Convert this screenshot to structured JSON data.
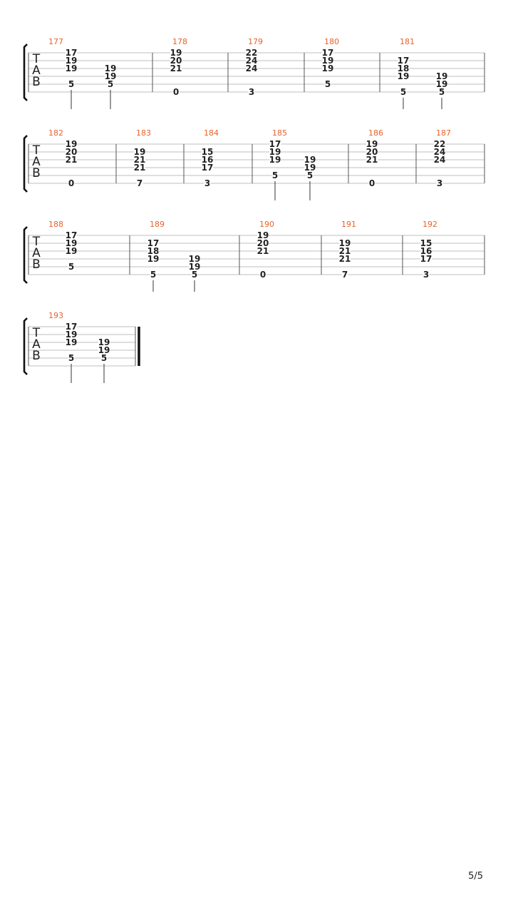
{
  "clef_letters": [
    "T",
    "A",
    "B"
  ],
  "page_number": "5/5",
  "colors": {
    "measure_number": "#e8622a",
    "note": "#222222",
    "staff_line": "#bfbfbf",
    "barline": "#555555"
  },
  "systems": [
    {
      "measures": [
        {
          "number": "177",
          "events": [
            {
              "notes": [
                {
                  "s": 1,
                  "f": "17"
                },
                {
                  "s": 2,
                  "f": "19"
                },
                {
                  "s": 3,
                  "f": "19"
                },
                {
                  "s": 5,
                  "f": "5"
                }
              ],
              "stem": true
            },
            {
              "notes": [
                {
                  "s": 3,
                  "f": "19"
                },
                {
                  "s": 4,
                  "f": "19"
                },
                {
                  "s": 5,
                  "f": "5"
                }
              ],
              "stem": true
            }
          ]
        },
        {
          "number": "178",
          "events": [
            {
              "notes": [
                {
                  "s": 1,
                  "f": "19"
                },
                {
                  "s": 2,
                  "f": "20"
                },
                {
                  "s": 3,
                  "f": "21"
                },
                {
                  "s": 6,
                  "f": "0"
                }
              ],
              "stem": false
            }
          ]
        },
        {
          "number": "179",
          "events": [
            {
              "notes": [
                {
                  "s": 1,
                  "f": "22"
                },
                {
                  "s": 2,
                  "f": "24"
                },
                {
                  "s": 3,
                  "f": "24"
                },
                {
                  "s": 6,
                  "f": "3"
                }
              ],
              "stem": false
            }
          ]
        },
        {
          "number": "180",
          "events": [
            {
              "notes": [
                {
                  "s": 1,
                  "f": "17"
                },
                {
                  "s": 2,
                  "f": "19"
                },
                {
                  "s": 3,
                  "f": "19"
                },
                {
                  "s": 5,
                  "f": "5"
                }
              ],
              "stem": false
            }
          ]
        },
        {
          "number": "181",
          "events": [
            {
              "notes": [
                {
                  "s": 2,
                  "f": "17"
                },
                {
                  "s": 3,
                  "f": "18"
                },
                {
                  "s": 4,
                  "f": "19"
                },
                {
                  "s": 6,
                  "f": "5"
                }
              ],
              "stem": true
            },
            {
              "notes": [
                {
                  "s": 4,
                  "f": "19"
                },
                {
                  "s": 5,
                  "f": "19"
                },
                {
                  "s": 6,
                  "f": "5"
                }
              ],
              "stem": true
            }
          ]
        }
      ]
    },
    {
      "measures": [
        {
          "number": "182",
          "events": [
            {
              "notes": [
                {
                  "s": 1,
                  "f": "19"
                },
                {
                  "s": 2,
                  "f": "20"
                },
                {
                  "s": 3,
                  "f": "21"
                },
                {
                  "s": 6,
                  "f": "0"
                }
              ],
              "stem": false
            }
          ]
        },
        {
          "number": "183",
          "events": [
            {
              "notes": [
                {
                  "s": 2,
                  "f": "19"
                },
                {
                  "s": 3,
                  "f": "21"
                },
                {
                  "s": 4,
                  "f": "21"
                },
                {
                  "s": 6,
                  "f": "7"
                }
              ],
              "stem": false
            }
          ]
        },
        {
          "number": "184",
          "events": [
            {
              "notes": [
                {
                  "s": 2,
                  "f": "15"
                },
                {
                  "s": 3,
                  "f": "16"
                },
                {
                  "s": 4,
                  "f": "17"
                },
                {
                  "s": 6,
                  "f": "3"
                }
              ],
              "stem": false
            }
          ]
        },
        {
          "number": "185",
          "events": [
            {
              "notes": [
                {
                  "s": 1,
                  "f": "17"
                },
                {
                  "s": 2,
                  "f": "19"
                },
                {
                  "s": 3,
                  "f": "19"
                },
                {
                  "s": 5,
                  "f": "5"
                }
              ],
              "stem": true
            },
            {
              "notes": [
                {
                  "s": 3,
                  "f": "19"
                },
                {
                  "s": 4,
                  "f": "19"
                },
                {
                  "s": 5,
                  "f": "5"
                }
              ],
              "stem": true
            }
          ]
        },
        {
          "number": "186",
          "events": [
            {
              "notes": [
                {
                  "s": 1,
                  "f": "19"
                },
                {
                  "s": 2,
                  "f": "20"
                },
                {
                  "s": 3,
                  "f": "21"
                },
                {
                  "s": 6,
                  "f": "0"
                }
              ],
              "stem": false
            }
          ]
        },
        {
          "number": "187",
          "events": [
            {
              "notes": [
                {
                  "s": 1,
                  "f": "22"
                },
                {
                  "s": 2,
                  "f": "24"
                },
                {
                  "s": 3,
                  "f": "24"
                },
                {
                  "s": 6,
                  "f": "3"
                }
              ],
              "stem": false
            }
          ]
        }
      ]
    },
    {
      "measures": [
        {
          "number": "188",
          "events": [
            {
              "notes": [
                {
                  "s": 1,
                  "f": "17"
                },
                {
                  "s": 2,
                  "f": "19"
                },
                {
                  "s": 3,
                  "f": "19"
                },
                {
                  "s": 5,
                  "f": "5"
                }
              ],
              "stem": false
            }
          ]
        },
        {
          "number": "189",
          "events": [
            {
              "notes": [
                {
                  "s": 2,
                  "f": "17"
                },
                {
                  "s": 3,
                  "f": "18"
                },
                {
                  "s": 4,
                  "f": "19"
                },
                {
                  "s": 6,
                  "f": "5"
                }
              ],
              "stem": true
            },
            {
              "notes": [
                {
                  "s": 4,
                  "f": "19"
                },
                {
                  "s": 5,
                  "f": "19"
                },
                {
                  "s": 6,
                  "f": "5"
                }
              ],
              "stem": true
            }
          ]
        },
        {
          "number": "190",
          "events": [
            {
              "notes": [
                {
                  "s": 1,
                  "f": "19"
                },
                {
                  "s": 2,
                  "f": "20"
                },
                {
                  "s": 3,
                  "f": "21"
                },
                {
                  "s": 6,
                  "f": "0"
                }
              ],
              "stem": false
            }
          ]
        },
        {
          "number": "191",
          "events": [
            {
              "notes": [
                {
                  "s": 2,
                  "f": "19"
                },
                {
                  "s": 3,
                  "f": "21"
                },
                {
                  "s": 4,
                  "f": "21"
                },
                {
                  "s": 6,
                  "f": "7"
                }
              ],
              "stem": false
            }
          ]
        },
        {
          "number": "192",
          "events": [
            {
              "notes": [
                {
                  "s": 2,
                  "f": "15"
                },
                {
                  "s": 3,
                  "f": "16"
                },
                {
                  "s": 4,
                  "f": "17"
                },
                {
                  "s": 6,
                  "f": "3"
                }
              ],
              "stem": false
            }
          ]
        }
      ]
    },
    {
      "measures": [
        {
          "number": "193",
          "final": true,
          "events": [
            {
              "notes": [
                {
                  "s": 1,
                  "f": "17"
                },
                {
                  "s": 2,
                  "f": "19"
                },
                {
                  "s": 3,
                  "f": "19"
                },
                {
                  "s": 5,
                  "f": "5"
                }
              ],
              "stem": true
            },
            {
              "notes": [
                {
                  "s": 3,
                  "f": "19"
                },
                {
                  "s": 4,
                  "f": "19"
                },
                {
                  "s": 5,
                  "f": "5"
                }
              ],
              "stem": true
            }
          ]
        }
      ]
    }
  ]
}
